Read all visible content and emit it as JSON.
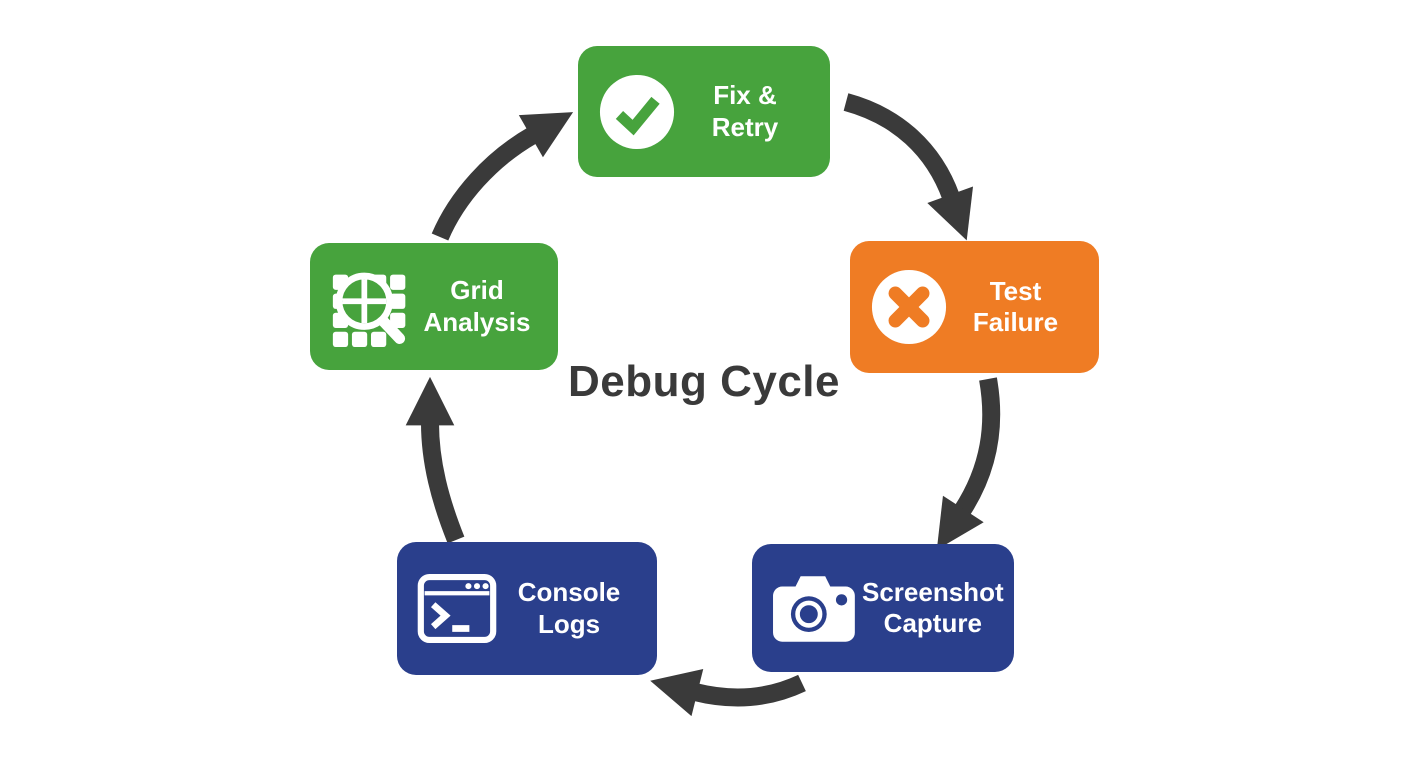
{
  "title": "Debug Cycle",
  "colors": {
    "green": "#47a33d",
    "orange": "#ef7c24",
    "navy": "#2a3f8c",
    "arrow": "#3a3a3a",
    "background": "#ffffff",
    "label_text": "#ffffff",
    "title_text": "#3a3a3a"
  },
  "nodes": [
    {
      "id": "fix-retry",
      "label_line1": "Fix &",
      "label_line2": "Retry",
      "icon": "check-icon",
      "color": "green"
    },
    {
      "id": "test-failure",
      "label_line1": "Test",
      "label_line2": "Failure",
      "icon": "x-icon",
      "color": "orange"
    },
    {
      "id": "screenshot-capture",
      "label_line1": "Screenshot",
      "label_line2": "Capture",
      "icon": "camera-icon",
      "color": "navy"
    },
    {
      "id": "console-logs",
      "label_line1": "Console",
      "label_line2": "Logs",
      "icon": "terminal-icon",
      "color": "navy"
    },
    {
      "id": "grid-analysis",
      "label_line1": "Grid",
      "label_line2": "Analysis",
      "icon": "magnifier-grid-icon",
      "color": "green"
    }
  ],
  "flow": [
    {
      "from": "fix-retry",
      "to": "test-failure"
    },
    {
      "from": "test-failure",
      "to": "screenshot-capture"
    },
    {
      "from": "screenshot-capture",
      "to": "console-logs"
    },
    {
      "from": "console-logs",
      "to": "grid-analysis"
    },
    {
      "from": "grid-analysis",
      "to": "fix-retry"
    }
  ]
}
